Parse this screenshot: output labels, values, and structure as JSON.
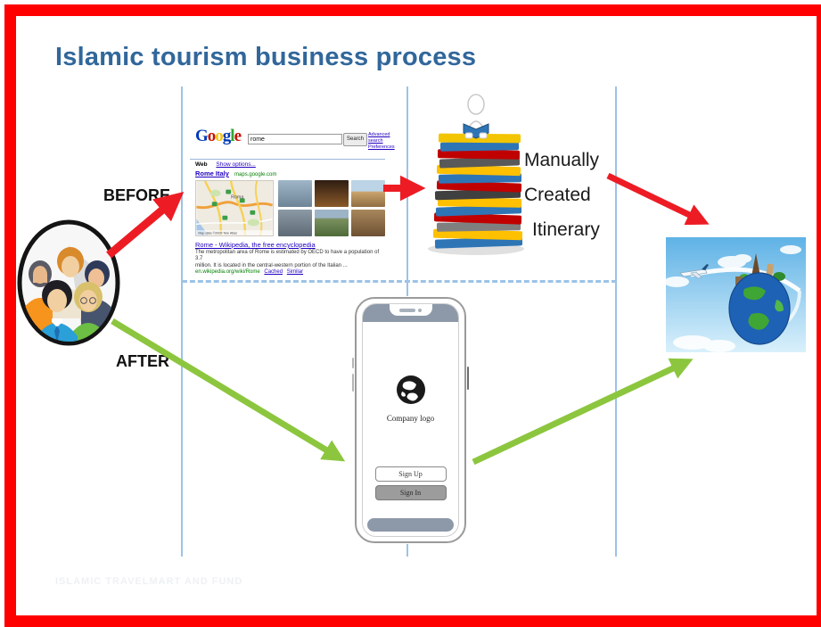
{
  "title": "Islamic tourism business process",
  "stage_labels": {
    "before": "BEFORE",
    "after": "AFTER"
  },
  "itinerary_caption": {
    "line1": "Manually",
    "line2": "Created",
    "line3": "Itinerary"
  },
  "colors": {
    "frame_red": "#FE0000",
    "divider_blue": "#9DC3E6",
    "arrow_red": "#ED1C24",
    "arrow_green": "#8CC63E",
    "title_blue": "#31679B"
  },
  "google": {
    "logo_letters": [
      "G",
      "o",
      "o",
      "g",
      "l",
      "e"
    ],
    "search_query": "rome",
    "search_button": "Search",
    "advanced_search_link": "Advanced search",
    "preferences_link": "Preferences",
    "web_label": "Web",
    "show_options_link": "Show options...",
    "maps_result": {
      "title": "Rome Italy",
      "source": "maps.google.com",
      "map_place_label": "Roma",
      "map_credit": "Map data ©2009 Tele Atlas"
    },
    "wiki_result": {
      "title": "Rome - Wikipedia, the free encyclopedia",
      "snippet_line1": "The metropolitan area of Rome is estimated by OECD to have a population of 3.7",
      "snippet_line2": "million. It is located in the central-western portion of the Italian ...",
      "url": "en.wikipedia.org/wiki/Rome",
      "cached_link": "Cached",
      "similar_link": "Similar"
    }
  },
  "phone": {
    "company_logo_label": "Company logo",
    "sign_up_button": "Sign Up",
    "sign_in_button": "Sign In"
  },
  "watermark": "ISLAMIC TRAVELMART AND FUND"
}
